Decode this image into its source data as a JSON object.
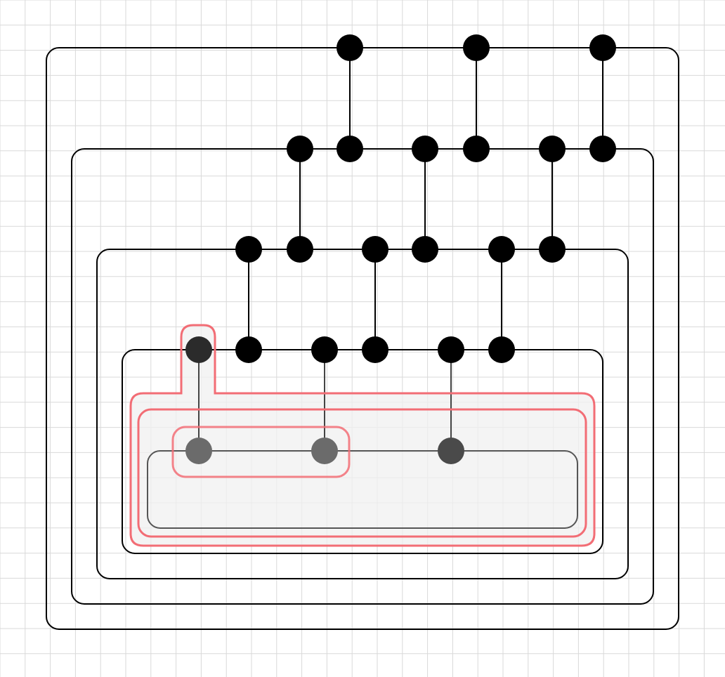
{
  "diagram": {
    "kind": "planar graph with nested cycles",
    "colors": {
      "background": "#ffffff",
      "grid": "#d9d9d9",
      "edge": "#000000",
      "node": "#000000",
      "highlight_outline": "#f26d75",
      "highlight_fill": "#f0f0f0",
      "highlight_node": "#6b6b6b",
      "highlight_node_dark": "#4a4a4a"
    },
    "grid_visible": true,
    "layers": [
      {
        "id": "L1",
        "nodes": [
          "a1",
          "a2",
          "a3"
        ]
      },
      {
        "id": "L2",
        "nodes": [
          "b1",
          "b2",
          "b3",
          "b4",
          "b5",
          "b6"
        ]
      },
      {
        "id": "L3",
        "nodes": [
          "c1",
          "c2",
          "c3",
          "c4",
          "c5",
          "c6"
        ]
      },
      {
        "id": "L4",
        "nodes": [
          "d1",
          "d2",
          "d3",
          "d4",
          "d5",
          "d6",
          "d7"
        ]
      },
      {
        "id": "L5",
        "nodes": [
          "e1",
          "e2",
          "e3"
        ]
      }
    ],
    "vertical_edges": [
      [
        "a1",
        "b2"
      ],
      [
        "a2",
        "b4"
      ],
      [
        "a3",
        "b6"
      ],
      [
        "b1",
        "c2"
      ],
      [
        "b3",
        "c4"
      ],
      [
        "b5",
        "c6"
      ],
      [
        "c1",
        "d2"
      ],
      [
        "c3",
        "d4"
      ],
      [
        "c5",
        "d6"
      ],
      [
        "d1",
        "e1"
      ],
      [
        "d3",
        "e2"
      ],
      [
        "d5",
        "e3"
      ]
    ],
    "highlighted_nodes": [
      "d1",
      "e1",
      "e2",
      "e3"
    ],
    "highlight_groups": [
      {
        "id": "outer-with-tab",
        "members": [
          "d1",
          "e1",
          "e2",
          "e3"
        ]
      },
      {
        "id": "inner-cycle",
        "members": [
          "e1",
          "e2",
          "e3"
        ]
      },
      {
        "id": "pair",
        "members": [
          "e1",
          "e2"
        ]
      }
    ]
  }
}
